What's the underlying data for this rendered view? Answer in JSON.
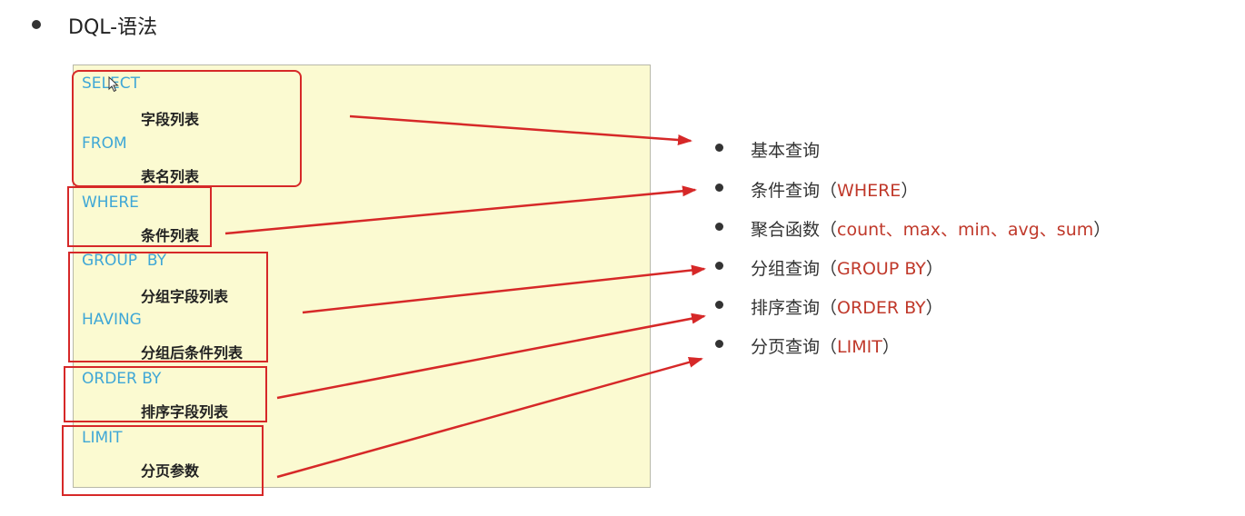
{
  "title": "DQL-语法",
  "sql_lines": {
    "select_kw": "SELECT",
    "select_arg": "字段列表",
    "from_kw": "FROM",
    "from_arg": "表名列表",
    "where_kw": "WHERE",
    "where_arg": "条件列表",
    "group_kw": "GROUP  BY",
    "group_arg": "分组字段列表",
    "having_kw": "HAVING",
    "having_arg": "分组后条件列表",
    "order_kw": "ORDER BY",
    "order_arg": "排序字段列表",
    "limit_kw": "LIMIT",
    "limit_arg": "分页参数"
  },
  "features": [
    {
      "label": "基本查询",
      "open": "",
      "detail": "",
      "close": ""
    },
    {
      "label": "条件查询",
      "open": "（",
      "detail": "WHERE",
      "close": "）"
    },
    {
      "label": "聚合函数",
      "open": "（",
      "detail": "count、max、min、avg、sum",
      "close": "）"
    },
    {
      "label": "分组查询",
      "open": "（",
      "detail": "GROUP BY",
      "close": "）"
    },
    {
      "label": "排序查询",
      "open": "（",
      "detail": "ORDER BY",
      "close": "）"
    },
    {
      "label": "分页查询",
      "open": "（",
      "detail": "LIMIT",
      "close": "）"
    }
  ],
  "colors": {
    "keyword": "#3fa7d6",
    "highlight": "#d62828",
    "box_background": "#fbfad1",
    "detail_text": "#c0392b"
  },
  "icons": {
    "cursor": "mouse-cursor-icon",
    "arrow": "red-arrow"
  }
}
